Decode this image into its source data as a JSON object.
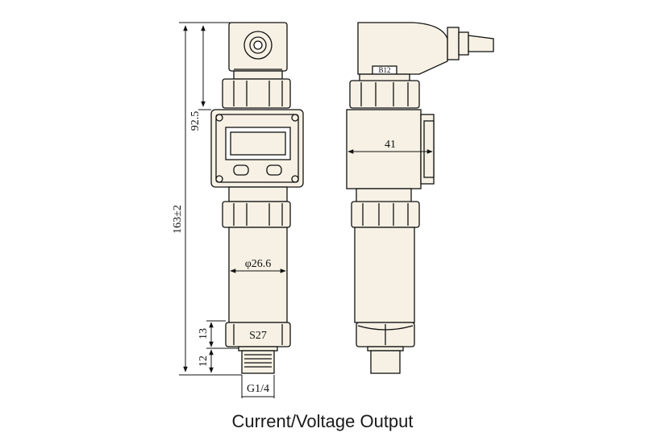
{
  "caption": "Current/Voltage Output",
  "dimensions": {
    "total_height": "163±2",
    "upper_height": "92.5",
    "body_diameter": "φ26.6",
    "hex_height": "13",
    "thread_height": "12",
    "wrench_size": "S27",
    "thread": "G1/4",
    "side_width": "41",
    "connector_label": "B12"
  },
  "colors": {
    "line": "#111111",
    "fill": "#f6f1e4",
    "background": "#ffffff"
  }
}
